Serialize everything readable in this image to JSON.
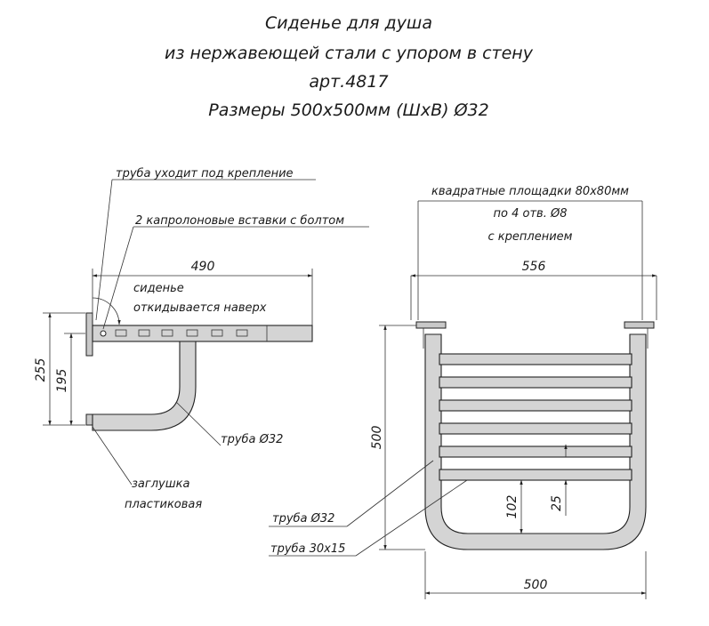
{
  "title": {
    "line1": "Сиденье для душа",
    "line2": "из нержавеющей стали с упором в стену",
    "line3": "арт.4817",
    "line4": "Размеры 500х500мм (ШхВ) Ø32"
  },
  "side_view": {
    "label_pipe_to_mount": "труба уходит под крепление",
    "label_inserts": "2 капролоновые вставки с болтом",
    "dim_length": "490",
    "label_seat_1": "сиденье",
    "label_seat_2": "откидывается наверх",
    "dim_height_outer": "255",
    "dim_height_inner": "195",
    "label_pipe": "труба Ø32",
    "label_plug_1": "заглушка",
    "label_plug_2": "пластиковая"
  },
  "front_view": {
    "label_pads_1": "квадратные площадки 80х80мм",
    "label_pads_2": "по 4 отв. Ø8",
    "label_pads_3": "с креплением",
    "dim_top_width": "556",
    "dim_height": "500",
    "dim_gap": "25",
    "dim_bottom": "102",
    "label_pipe": "труба Ø32",
    "label_bar": "труба 30х15",
    "dim_width": "500"
  },
  "colors": {
    "line": "#222222",
    "fill": "#d4d4d4",
    "background": "#ffffff"
  }
}
